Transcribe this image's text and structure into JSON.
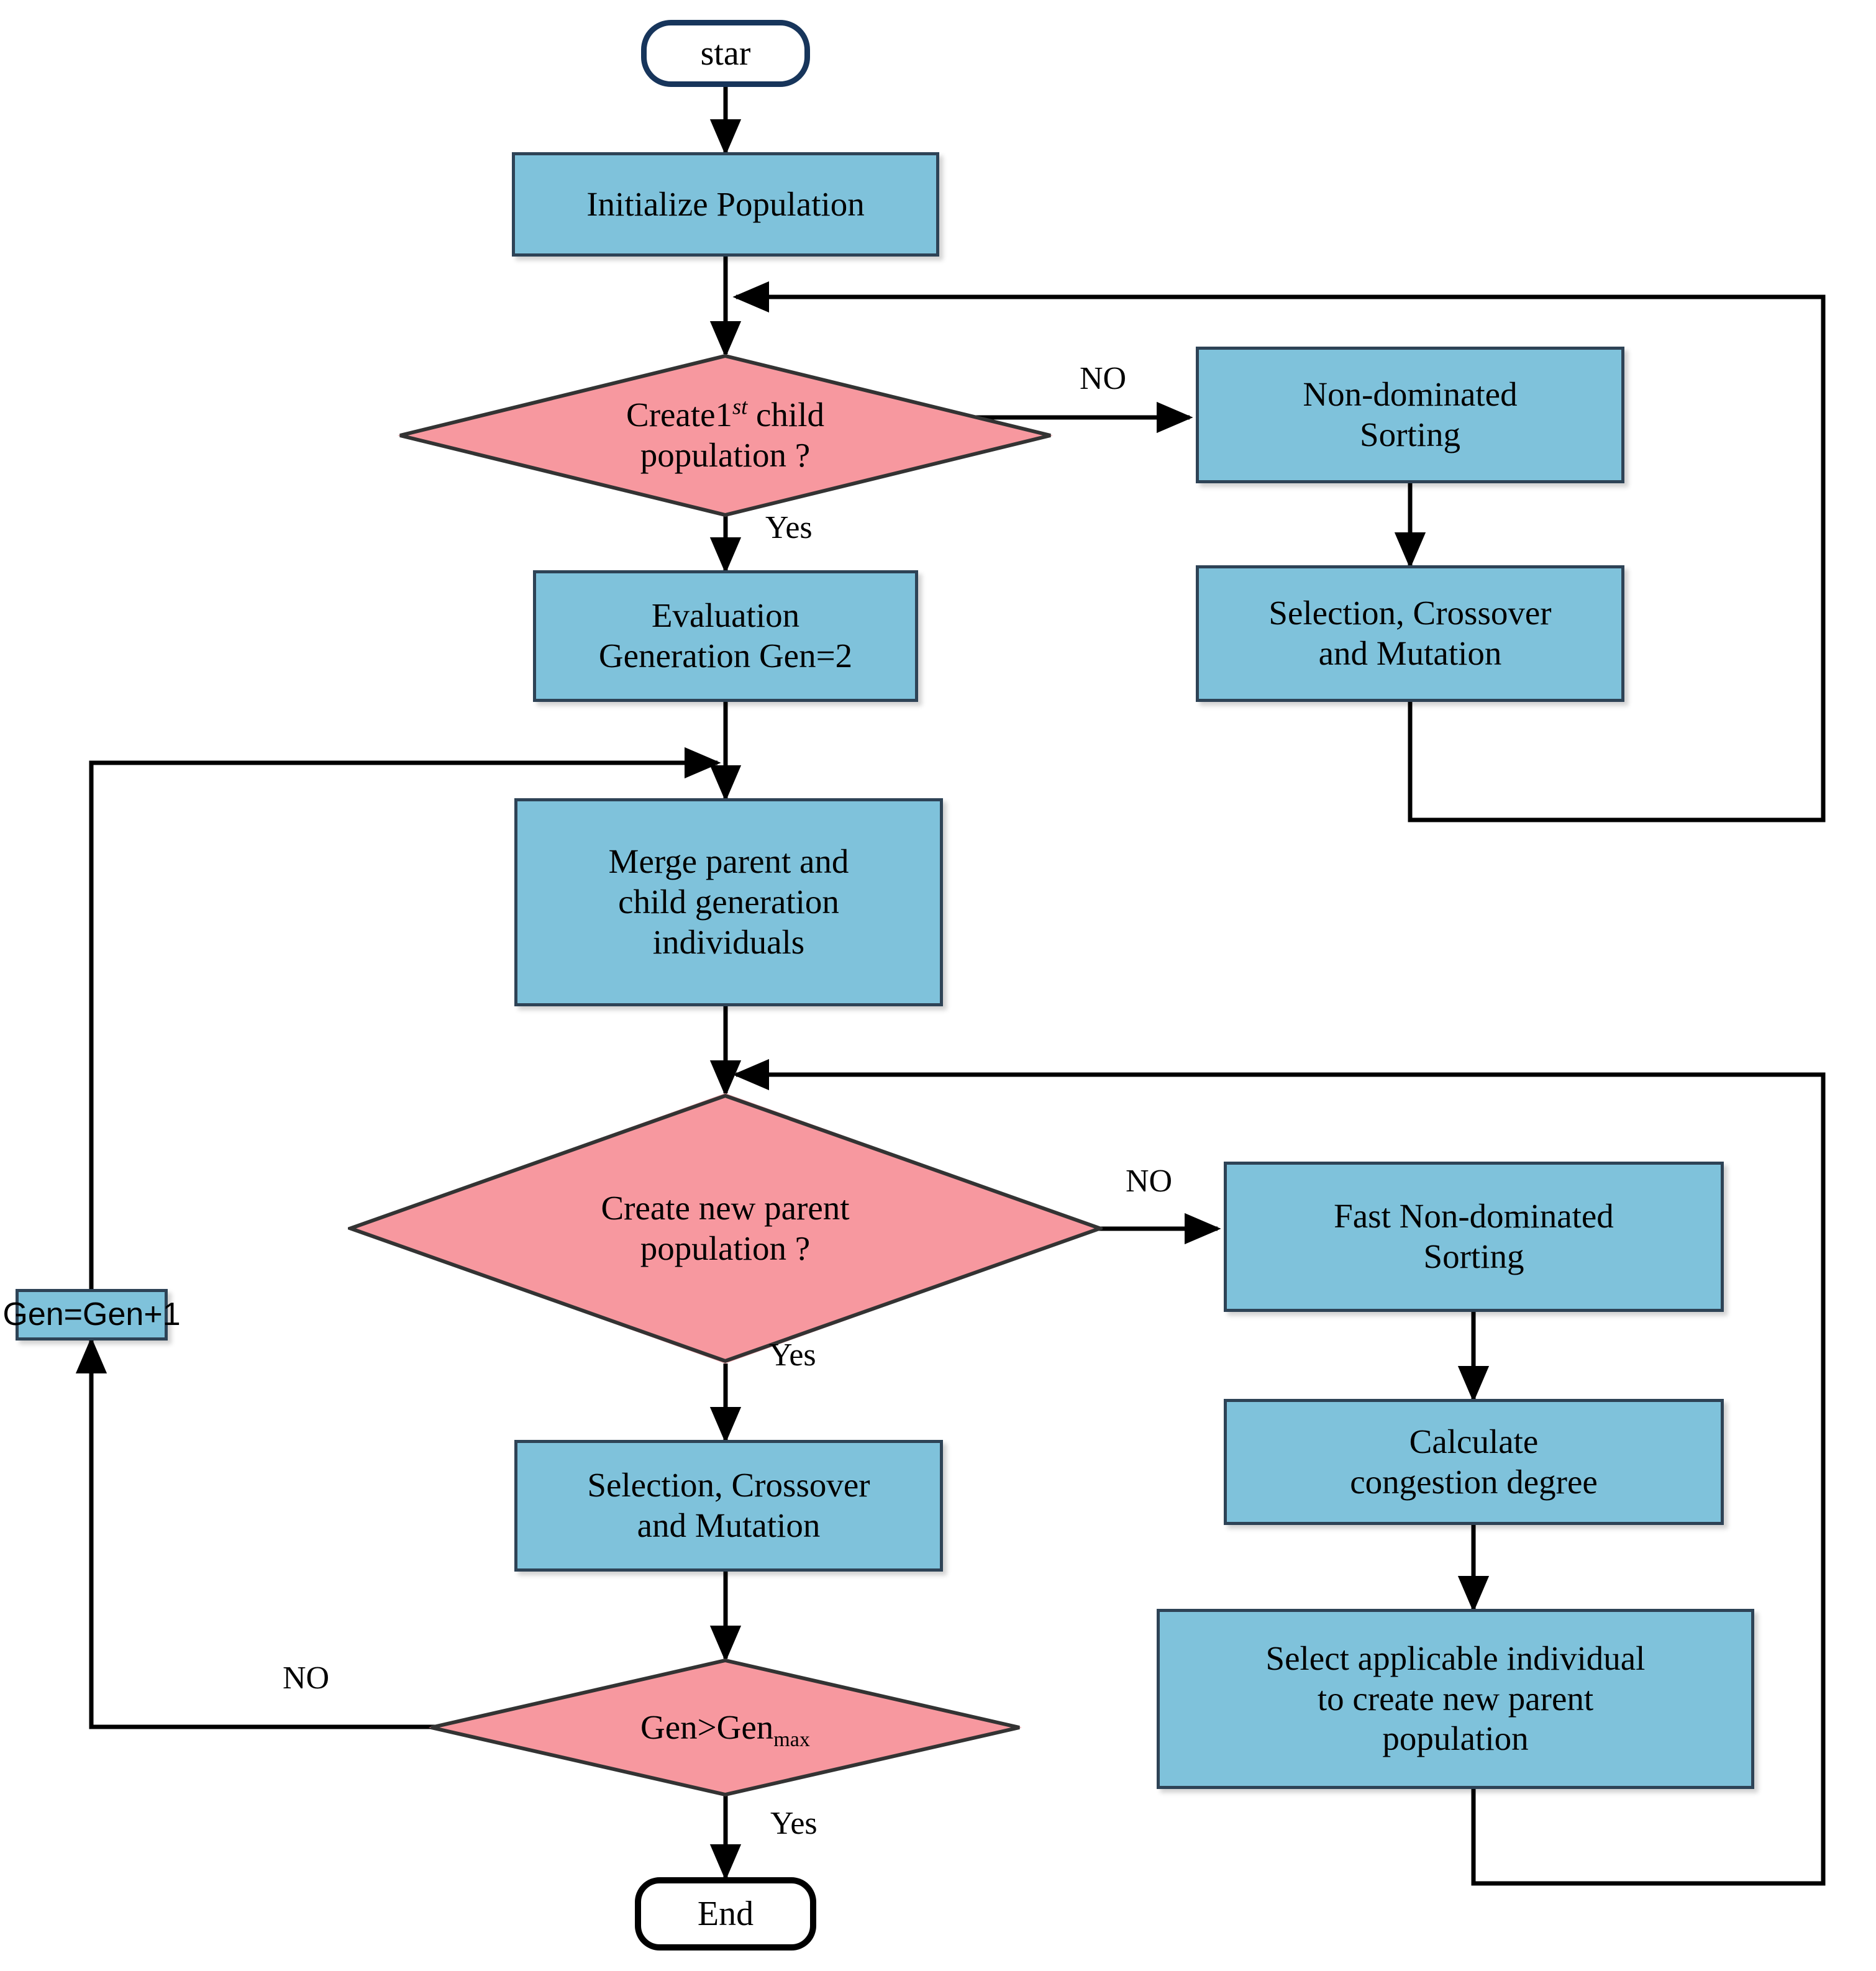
{
  "diagram": {
    "title": "NSGA-II multi-objective optimization algorithm flowchart",
    "colors": {
      "process_fill": "#7FC2DB",
      "process_border": "#2E4356",
      "decision_fill": "#F7989F",
      "decision_border": "#333333",
      "start_border": "#17355B",
      "end_border": "#000000",
      "edge": "#000000",
      "background": "#FFFFFF"
    }
  },
  "nodes": {
    "start": {
      "label": "star",
      "type": "terminator"
    },
    "init_population": {
      "label": "Initialize Population",
      "type": "process"
    },
    "create_first_child": {
      "type": "decision",
      "line1_pre": "Create1",
      "line1_sup": "st",
      "line1_post": " child",
      "line2": "population ?"
    },
    "non_dominated_sorting": {
      "line1": "Non-dominated",
      "line2": "Sorting",
      "type": "process"
    },
    "selection_crossover_mutation_top": {
      "line1": "Selection, Crossover",
      "line2": "and Mutation",
      "type": "process"
    },
    "evaluation": {
      "line1": "Evaluation",
      "line2": "Generation Gen=2",
      "type": "process"
    },
    "merge": {
      "line1": "Merge parent and",
      "line2": "child generation",
      "line3": "individuals",
      "type": "process"
    },
    "create_new_parent": {
      "type": "decision",
      "line1": "Create new parent",
      "line2": "population ?"
    },
    "fast_non_dominated_sorting": {
      "line1": "Fast Non-dominated",
      "line2": "Sorting",
      "type": "process"
    },
    "calculate_congestion": {
      "line1": "Calculate",
      "line2": "congestion degree",
      "type": "process"
    },
    "select_applicable": {
      "line1": "Select applicable individual",
      "line2": "to create new parent",
      "line3": "population",
      "type": "process"
    },
    "gen_increment": {
      "label": "Gen=Gen+1",
      "type": "process"
    },
    "selection_crossover_mutation_bottom": {
      "line1": "Selection, Crossover",
      "line2": "and Mutation",
      "type": "process"
    },
    "gen_max_check": {
      "type": "decision",
      "pre": "Gen>Gen",
      "sub": "max"
    },
    "end": {
      "label": "End",
      "type": "terminator"
    }
  },
  "edge_labels": {
    "no_top": "NO",
    "yes_top": "Yes",
    "no_middle": "NO",
    "yes_middle": "Yes",
    "no_bottom": "NO",
    "yes_bottom": "Yes"
  }
}
